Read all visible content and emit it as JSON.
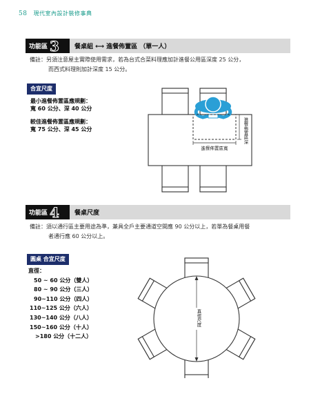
{
  "header": {
    "page_number": "58",
    "book_title": "現代室內設計裝修事典"
  },
  "section3": {
    "label": "功能區",
    "number": "3",
    "title": "餐桌組 ⟷ 進餐佈置區 （單一人）",
    "note_line1": "備註：另須注意屋主實際使用需求，若為台式合菜料理應加計進餐公用區深度 25 公分，",
    "note_line2": "而西式料理則加計深度 15 公分。",
    "badge": "合宜尺度",
    "min_label": "最小進餐佈置區應規劃：",
    "min_value": "寬 60 公分、深 40 公分",
    "comfort_label": "較佳進餐佈置區應規劃：",
    "comfort_value": "寬 75 公分、深 45 公分",
    "diagram": {
      "depth_label": "進餐佈置區深",
      "width_label": "進餐佈置區寬"
    }
  },
  "section4": {
    "label": "功能區",
    "number": "4",
    "title": "餐桌尺度",
    "note_line1": "備註：須以通行區主要用途為準，兼具全戶主要通道空間應 90 公分以上，若單為餐桌用餐",
    "note_line2": "者通行應 60 公分以上。",
    "badge": "圓桌 合宜尺度",
    "diameter_heading": "直徑：",
    "sizes": [
      "50 ~ 60 公分（雙人）",
      "80 ~ 90 公分（三人）",
      "90~110 公分（四人）",
      "110~125 公分（六人）",
      "130~140 公分（八人）",
      "150~160 公分（十人）",
      ">180 公分（十二人）"
    ],
    "diagram": {
      "diameter_label": "直徑尺度"
    }
  },
  "colors": {
    "accent": "#1a9c8c",
    "badge": "#1d2e6b",
    "person": "#2a9fd6",
    "bar": "#d9d9d9"
  }
}
